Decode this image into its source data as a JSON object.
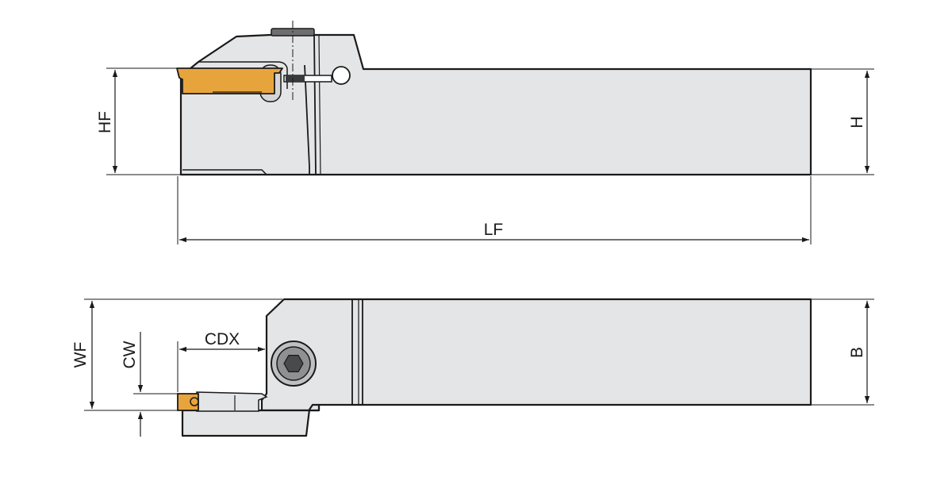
{
  "labels": {
    "hf": "HF",
    "h": "H",
    "lf": "LF",
    "wf": "WF",
    "cw": "CW",
    "cdx": "CDX",
    "b": "B"
  },
  "colors": {
    "body_fill": "#e4e5e6",
    "outline": "#1a1a1a",
    "insert_fill": "#e8a43c",
    "dimension_line": "#1a1a1a"
  }
}
